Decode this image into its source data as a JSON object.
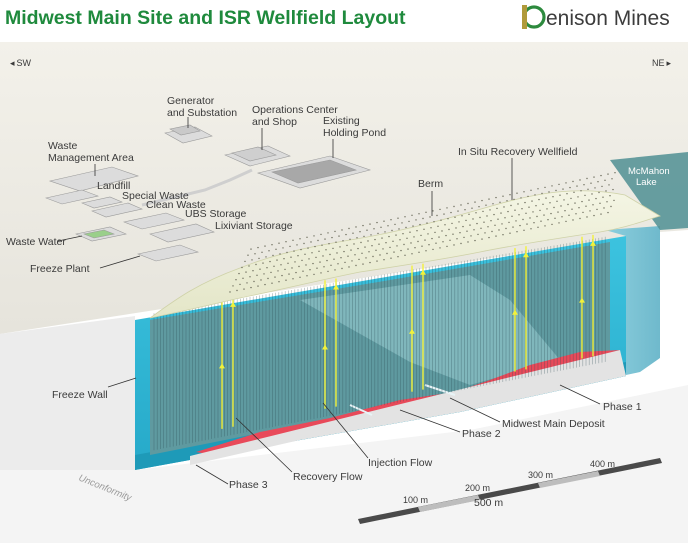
{
  "title": "Midwest Main Site and ISR Wellfield Layout",
  "logo": {
    "brand_rest": "enison Mines",
    "brand_initial": "D"
  },
  "compass": {
    "left": "SW",
    "right": "NE"
  },
  "labels": {
    "generator": [
      "Generator",
      "and Substation"
    ],
    "operations": [
      "Operations Center",
      "and Shop"
    ],
    "pond": [
      "Existing",
      "Holding Pond"
    ],
    "waste_mgmt": [
      "Waste",
      "Management Area"
    ],
    "landfill": "Landfill",
    "special_waste": "Special Waste",
    "clean_waste": "Clean Waste",
    "ubs_storage": "UBS Storage",
    "lixiviant_storage": "Lixiviant Storage",
    "waste_water": "Waste Water",
    "freeze_plant": "Freeze Plant",
    "isr_wellfield": "In Situ Recovery Wellfield",
    "berm": "Berm",
    "lake": [
      "McMahon",
      "Lake"
    ],
    "freeze_wall": "Freeze Wall",
    "phase1": "Phase 1",
    "phase2": "Phase 2",
    "phase3": "Phase 3",
    "deposit": "Midwest Main Deposit",
    "injection_flow": "Injection Flow",
    "recovery_flow": "Recovery Flow",
    "unconformity": "Unconformity"
  },
  "scale_bar": {
    "ticks": [
      "100 m",
      "200 m",
      "300 m",
      "400 m"
    ],
    "total": "500 m"
  },
  "colors": {
    "title_green": "#1f8a3d",
    "freeze_wall": "#2fb8d6",
    "ore_body": "#e84a5a",
    "surface_cap": "#eef0d6",
    "flow_arrows": "#f2f23a"
  }
}
